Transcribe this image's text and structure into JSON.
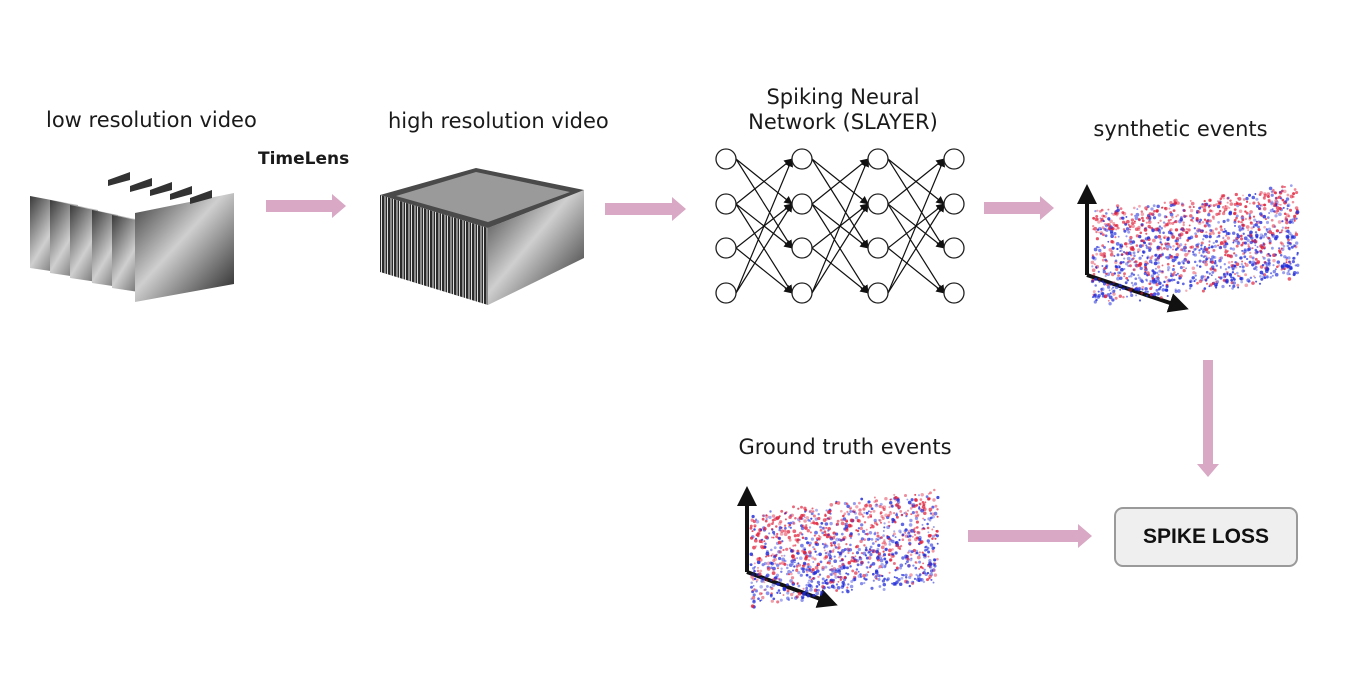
{
  "labels": {
    "low_res": "low resolution video",
    "timelens": "TimeLens",
    "high_res": "high resolution video",
    "snn_line1": "Spiking Neural",
    "snn_line2": "Network (SLAYER)",
    "synthetic": "synthetic events",
    "ground_truth": "Ground truth events"
  },
  "loss_box": "SPIKE LOSS",
  "colors": {
    "arrow": "#d8a8c4",
    "event_red": "#e0203a",
    "event_blue": "#1f2ad8"
  },
  "network": {
    "layers": [
      4,
      4,
      4,
      4
    ]
  }
}
